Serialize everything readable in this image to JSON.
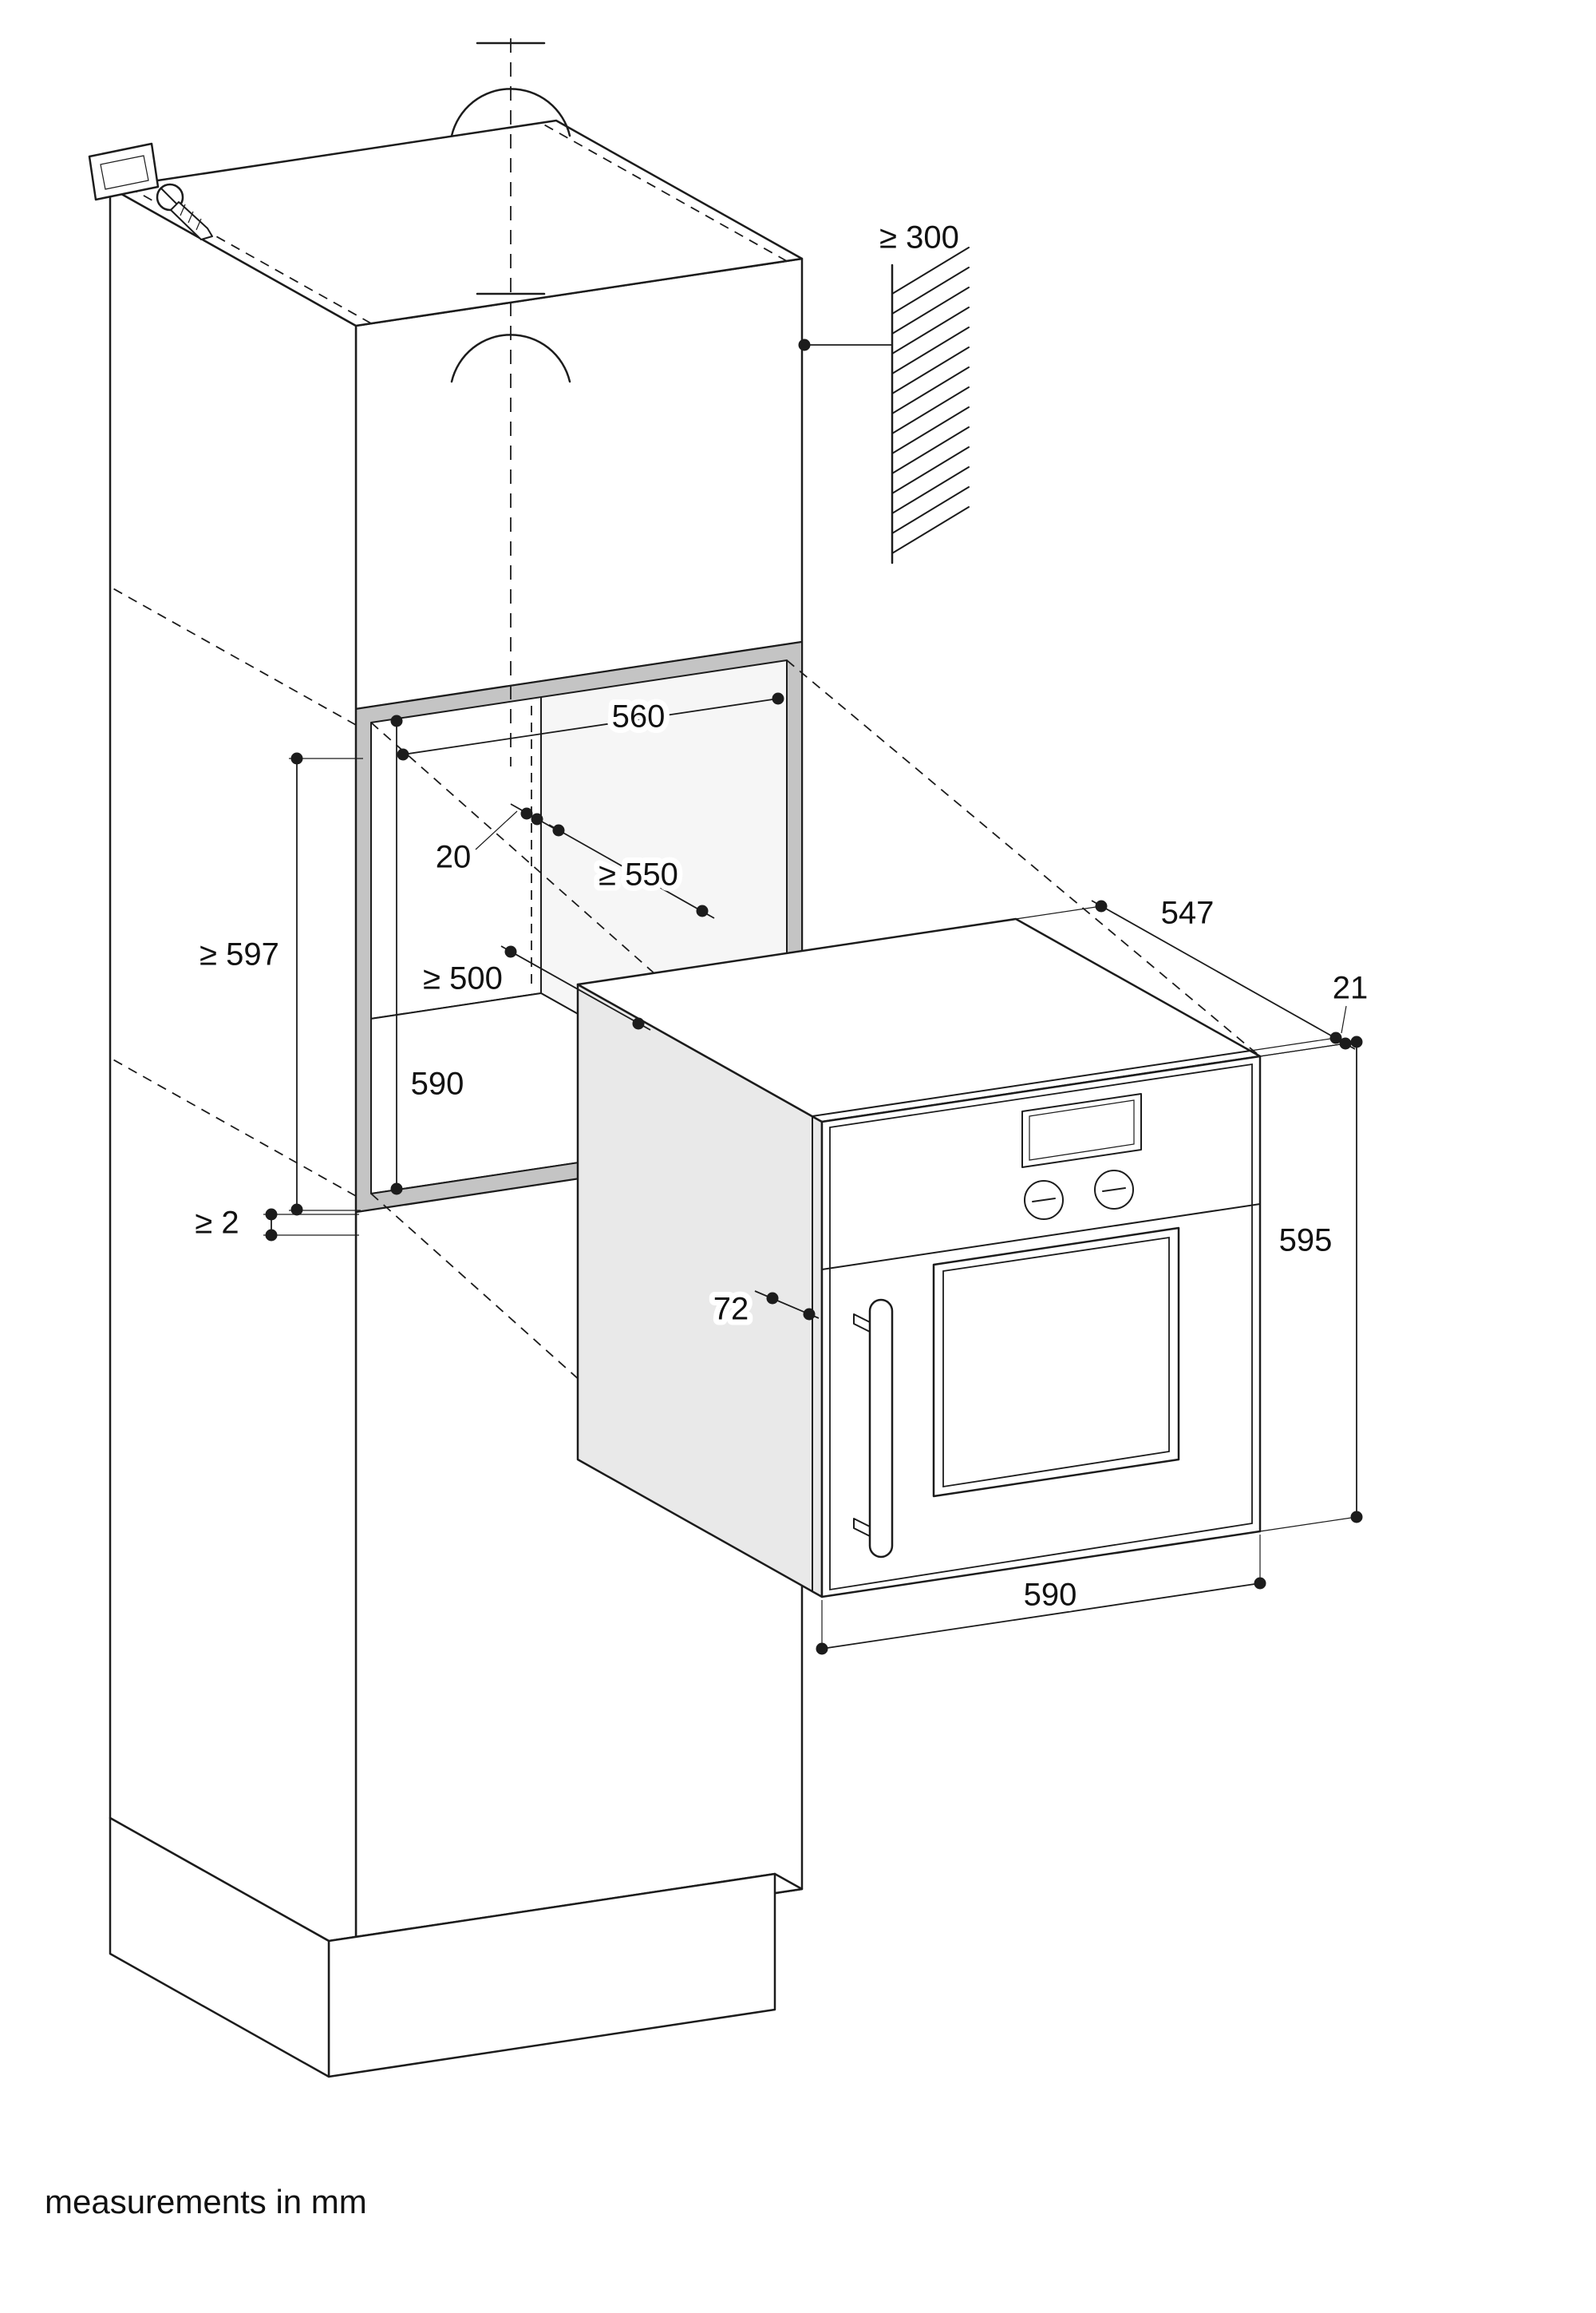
{
  "diagram": {
    "footnote": "measurements in mm",
    "unit": "mm",
    "labels": {
      "side_clearance": "≥ 300",
      "niche_width": "560",
      "rear_gap": "20",
      "niche_depth": "≥ 550",
      "lower_clearance": "≥ 500",
      "front_panel_height": "≥ 597",
      "niche_height": "590",
      "bottom_gap": "≥ 2",
      "handle_offset": "72",
      "appliance_depth": "547",
      "door_overhang": "21",
      "appliance_height": "595",
      "appliance_width": "590"
    },
    "icons": {
      "fixing": "screw-fixing-icon",
      "continuation": "cabinet-continues-symbol",
      "wall": "wall-hatching"
    },
    "colors": {
      "line": "#1c1c1c",
      "frame_gray": "#c4c4c4",
      "oven_side_gray": "#e9e9e9",
      "background": "#ffffff"
    }
  }
}
